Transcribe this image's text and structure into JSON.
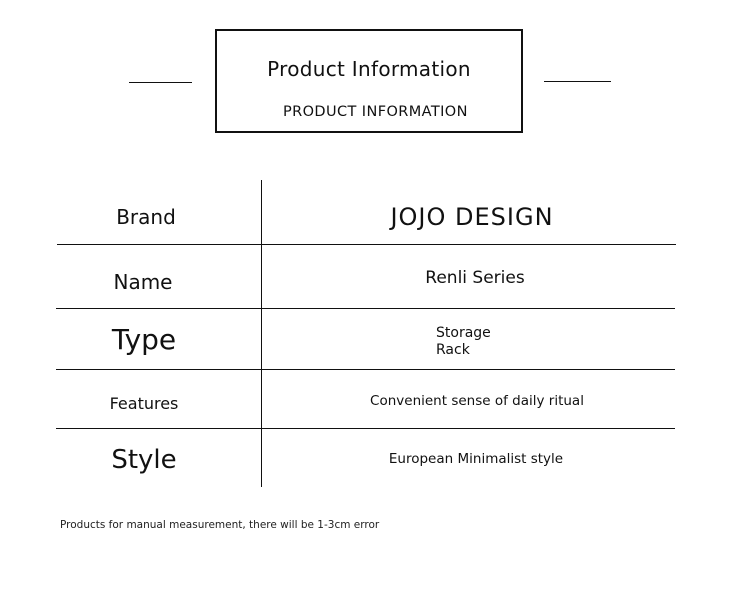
{
  "header": {
    "title": "Product Information",
    "subtitle": "PRODUCT INFORMATION"
  },
  "rows": [
    {
      "label": "Brand",
      "value": "JOJO DESIGN"
    },
    {
      "label": "Name",
      "value": "Renli Series"
    },
    {
      "label": "Type",
      "value_line1": "Storage",
      "value_line2": "Rack"
    },
    {
      "label": "Features",
      "value": "Convenient sense of daily ritual"
    },
    {
      "label": "Style",
      "value": "European Minimalist style"
    }
  ],
  "footnote": "Products for manual measurement, there will be 1-3cm error"
}
